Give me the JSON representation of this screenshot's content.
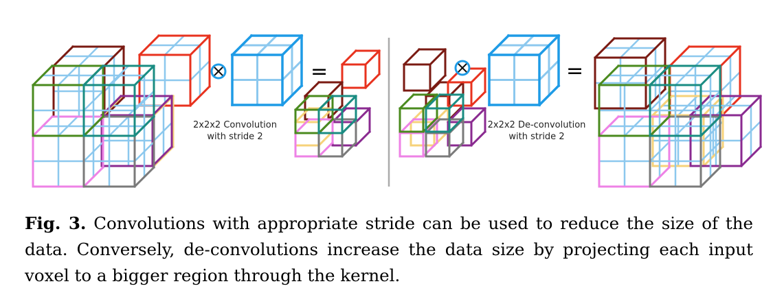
{
  "figure": {
    "convolution_label_line1": "2x2x2 Convolution",
    "convolution_label_line2": "with stride 2",
    "deconvolution_label_line1": "2x2x2 De-convolution",
    "deconvolution_label_line2": "with stride 2",
    "operator_convolve": "⊗",
    "operator_equals": "="
  },
  "colors": {
    "grid_blue": "#8cc8ee",
    "kernel_blue": "#1e9be6",
    "maroon": "#7a1a12",
    "red": "#e8321e",
    "green": "#4a8a1e",
    "teal": "#1a8c82",
    "gold": "#f6d27a",
    "purple": "#8a2a90",
    "pink": "#ee82e6",
    "gray": "#7a7a7a",
    "divider": "#aaaaaa"
  },
  "caption": {
    "label": "Fig. 3.",
    "text": " Convolutions with appropriate stride can be used to reduce the size of the data. Conversely, de-convolutions increase the data size by projecting each input voxel to a bigger region through the kernel."
  }
}
